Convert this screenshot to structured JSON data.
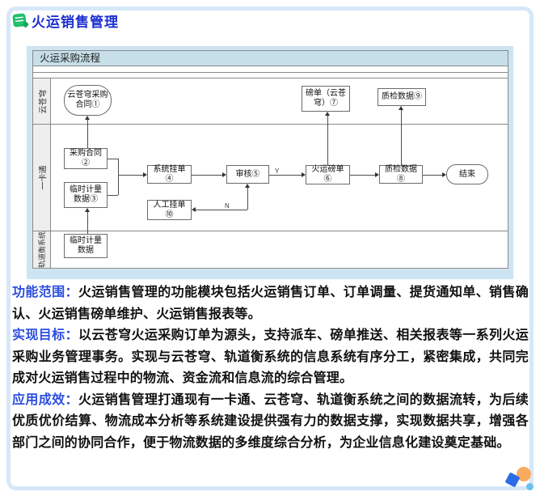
{
  "header": {
    "title": "火运销售管理"
  },
  "flowchart": {
    "title": "火运采购流程",
    "lanes": {
      "lane1": "云苍穹",
      "lane2": "一卡通",
      "lane3": "轨道衡系统"
    },
    "nodes": {
      "cloud_contract": "云苍穹采购合同①",
      "weigh_note_cloud": "磅单（云苍穹）⑦",
      "qc_data_cloud": "质检数据⑨",
      "purchase_contract": "采购合同②",
      "temp_measure": "临时计量数据③",
      "system_order": "系统挂单④",
      "audit": "审核⑤",
      "manual_order": "人工挂单⑩",
      "rail_weigh_note": "火运磅单⑥",
      "qc_data": "质检数据⑧",
      "end": "结束",
      "temp_measure_src": "临时计量数据"
    },
    "edge_labels": {
      "yes": "Y",
      "no": "N"
    }
  },
  "sections": [
    {
      "label": "功能范围：",
      "text": "火运销售管理的功能模块包括火运销售订单、订单调量、提货通知单、销售确认、火运销售磅单维护、火运销售报表等。"
    },
    {
      "label": "实现目标：",
      "text": "以云苍穹火运采购订单为源头，支持派车、磅单推送、相关报表等一系列火运采购业务管理事务。实现与云苍穹、轨道衡系统的信息系统有序分工，紧密集成，共同完成对火运销售过程中的物流、资金流和信息流的综合管理。"
    },
    {
      "label": "应用成效：",
      "text": "火运销售管理打通现有一卡通、云苍穹、轨道衡系统之间的数据流转，为后续优质优价结算、物流成本分析等系统建设提供强有力的数据支撑，实现数据共享，增强各部门之间的协同合作，便于物流数据的多维度综合分析，为企业信息化建设奠定基础。"
    }
  ],
  "colors": {
    "title_blue": "#1e2ed0",
    "label_blue": "#2c4ee0",
    "panel_blue": "#cde4f2",
    "frame_blue": "#d6e8f8",
    "titlebar_blue": "#c6dfe9",
    "icon_green": "#1fc06a",
    "decor_orange": "#f8ab60",
    "decor_blue": "#2e6be6",
    "decor_lightblue": "#6cc0ee"
  }
}
